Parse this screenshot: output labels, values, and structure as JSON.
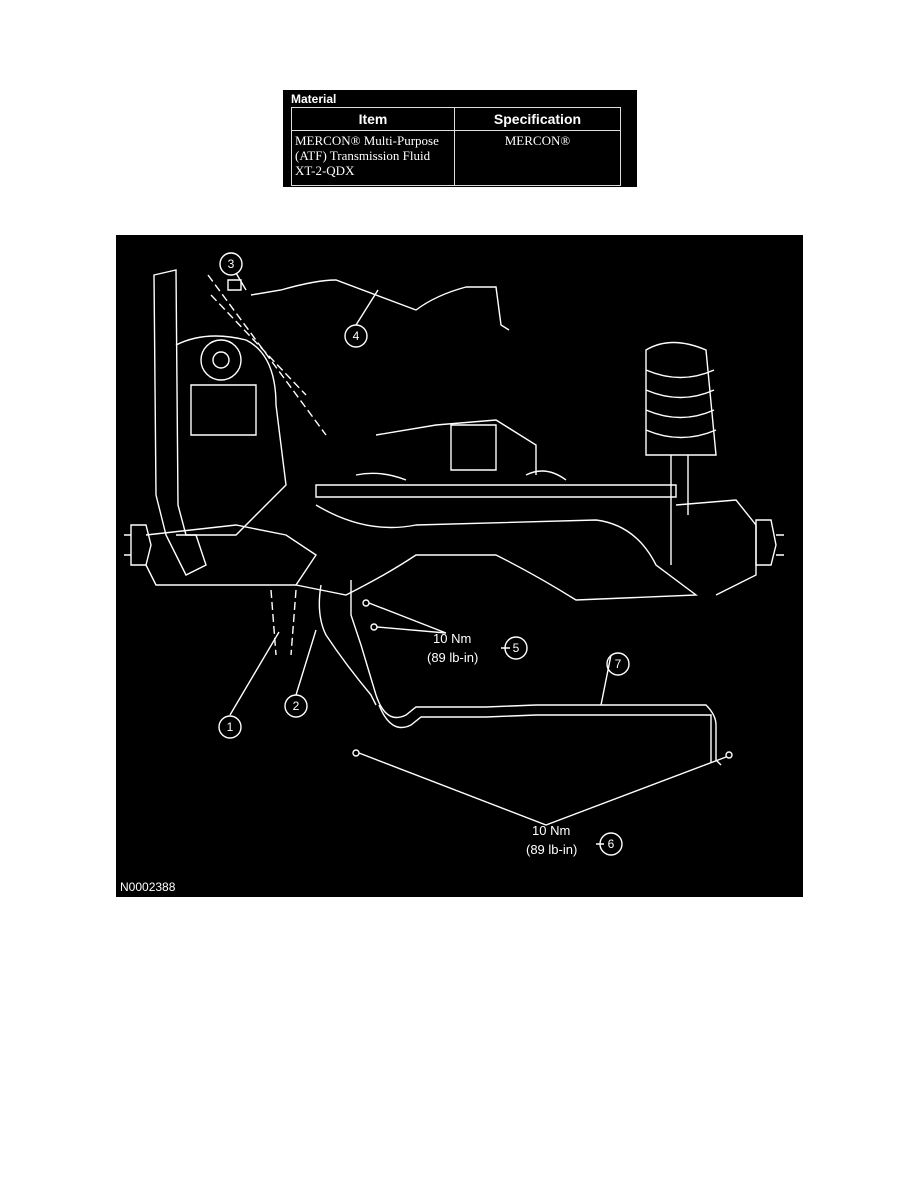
{
  "material": {
    "title": "Material",
    "headers": [
      "Item",
      "Specification"
    ],
    "rows": [
      {
        "item": "MERCON® Multi-Purpose (ATF) Transmission Fluid XT-2-QDX",
        "spec": "MERCON®"
      }
    ]
  },
  "diagram": {
    "callouts": [
      "1",
      "2",
      "3",
      "4",
      "5",
      "6",
      "7"
    ],
    "torque_5": {
      "value": "10 Nm",
      "alt": "(89 lb-in)"
    },
    "torque_6": {
      "value": "10 Nm",
      "alt": "(89 lb-in)"
    },
    "figure_id": "N0002388"
  }
}
